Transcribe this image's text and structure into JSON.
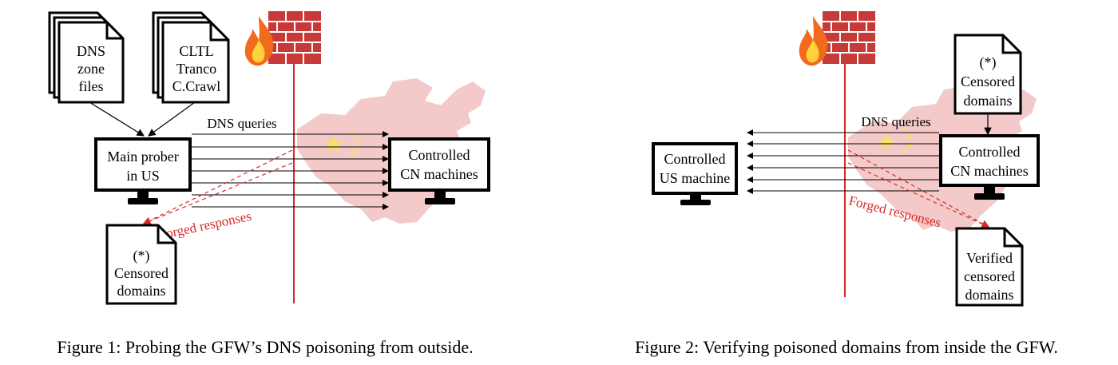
{
  "figure1": {
    "caption": "Figure 1: Probing the GFW’s DNS poisoning from outside.",
    "doc_left_lines": [
      "DNS",
      "zone",
      "files"
    ],
    "doc_right_lines": [
      "CLTL",
      "Tranco",
      "C.Crawl"
    ],
    "prober_lines": [
      "Main prober",
      "in US"
    ],
    "cn_lines": [
      "Controlled",
      "CN machines"
    ],
    "queries_label": "DNS queries",
    "forged_label": "Forged responses",
    "censored_lines": [
      "(*)",
      "Censored",
      "domains"
    ]
  },
  "figure2": {
    "caption": "Figure 2: Verifying poisoned domains from inside the GFW.",
    "us_lines": [
      "Controlled",
      "US machine"
    ],
    "cn_lines": [
      "Controlled",
      "CN machines"
    ],
    "censored_lines": [
      "(*)",
      "Censored",
      "domains"
    ],
    "queries_label": "DNS queries",
    "forged_label": "Forged responses",
    "verified_lines": [
      "Verified",
      "censored",
      "domains"
    ]
  },
  "colors": {
    "gfw_line": "#d42a2a",
    "china_map": "#f4c9c9",
    "flame": "#f26a1b",
    "brick": "#c8393a"
  }
}
